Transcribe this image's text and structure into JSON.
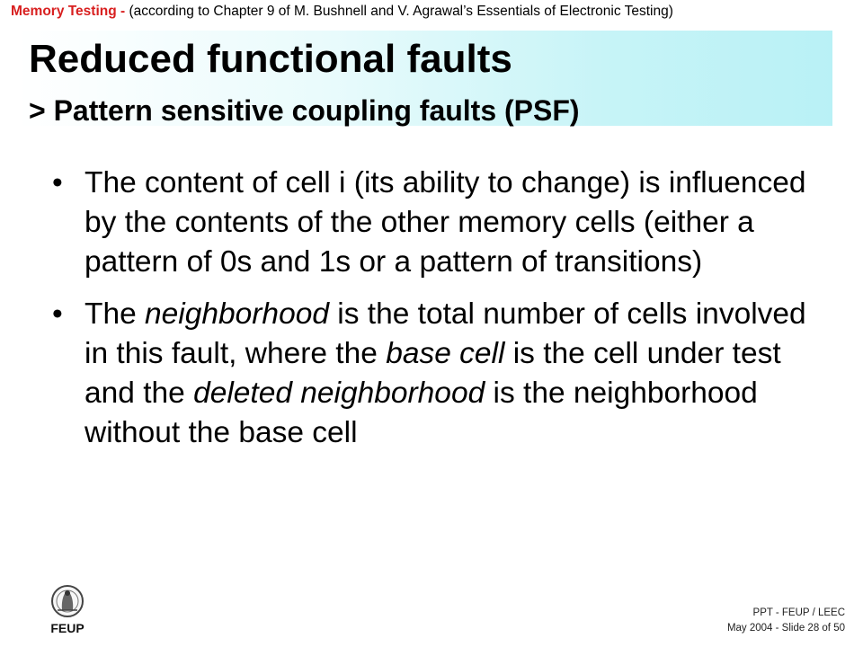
{
  "caption": {
    "lead": "Memory Testing - ",
    "rest": "(according to Chapter 9 of M. Bushnell and V. Agrawal’s Essentials of Electronic Testing)"
  },
  "title": {
    "main": "Reduced functional faults",
    "sub": "> Pattern sensitive coupling faults (PSF)"
  },
  "bullets": [
    {
      "segments": [
        {
          "text": "The content of cell i (its ability to change) is influenced by the contents of the other memory cells (either a pattern of 0s and 1s or a pattern of transitions)"
        }
      ]
    },
    {
      "segments": [
        {
          "text": "The "
        },
        {
          "text": "neighborhood",
          "italic": true
        },
        {
          "text": " is the total number of cells involved in this fault, where the "
        },
        {
          "text": "base cell",
          "italic": true
        },
        {
          "text": " is the cell under test and the "
        },
        {
          "text": "deleted neighborhood",
          "italic": true
        },
        {
          "text": " is the neighborhood without the base cell"
        }
      ]
    }
  ],
  "logo": {
    "label": "FEUP"
  },
  "footer": {
    "line1": "PPT - FEUP / LEEC",
    "line2": "May 2004 - Slide 28 of 50"
  },
  "colors": {
    "caption_lead": "#d81f1f",
    "title_band_end": "#b9f1f6"
  }
}
